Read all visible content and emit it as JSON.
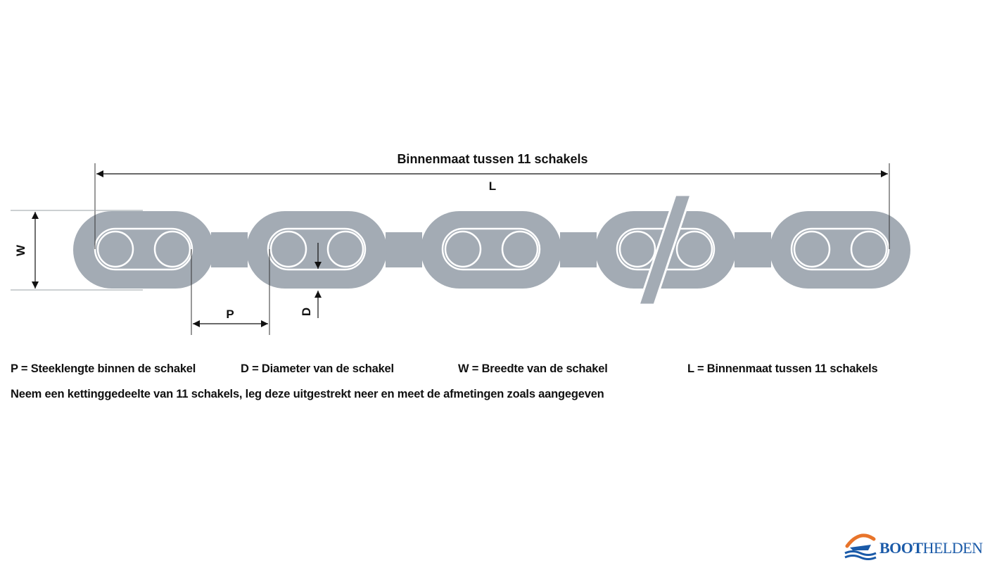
{
  "diagram": {
    "title": "Binnenmaat tussen 11 schakels",
    "labels": {
      "L": "L",
      "W": "W",
      "P": "P",
      "D": "D"
    },
    "colors": {
      "link": "#a3abb4",
      "line": "#111111",
      "guide": "#9aa0a6"
    }
  },
  "legend": {
    "p": "P = Steeklengte binnen de schakel",
    "d": "D = Diameter van de schakel",
    "w": "W = Breedte van de schakel",
    "l": "L = Binnenmaat tussen 11 schakels"
  },
  "instruction": "Neem een kettinggedeelte van 11 schakels, leg deze uitgestrekt neer en meet de afmetingen zoals aangegeven",
  "brand": {
    "bold": "BOOT",
    "light": "HELDEN",
    "icon": "boat-waves-logo-icon"
  }
}
